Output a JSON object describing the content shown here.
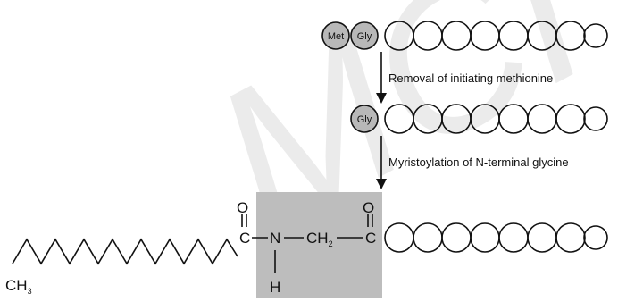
{
  "labels": {
    "met": "Met",
    "gly": "Gly",
    "step1": "Removal of initiating methionine",
    "step2": "Myristoylation of N-terminal glycine"
  },
  "chemistry": {
    "ch3": "CH",
    "ch3_sub": "3",
    "carbonyl_c": "C",
    "carbonyl_o": "O",
    "amide_n": "N",
    "amide_h": "H",
    "ch2": "CH",
    "ch2_sub": "2",
    "gly_c": "C",
    "gly_o": "O"
  },
  "watermark": "MCI",
  "colors": {
    "shaded_residue": "#b8b8b8",
    "highlight_box": "#bdbdbd",
    "stroke": "#111111",
    "arrow": "#111111"
  }
}
